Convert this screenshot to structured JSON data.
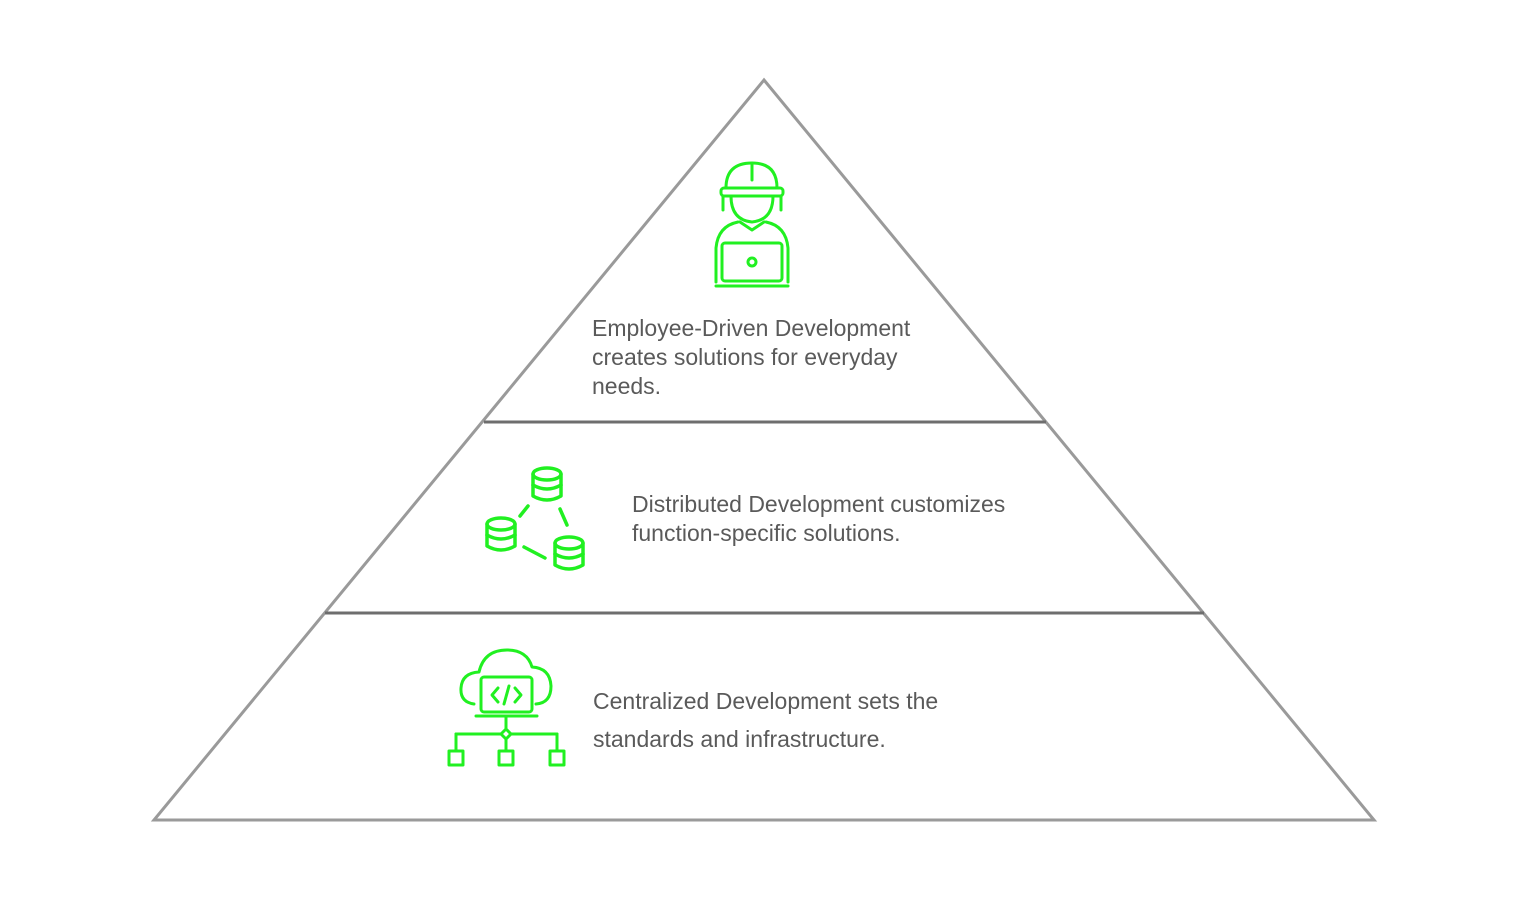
{
  "diagram": {
    "accent_color": "#21f021",
    "outline_color": "#9a9a9a",
    "divider_color": "#6e6e6e",
    "text_color": "#5a5a5a",
    "tiers": [
      {
        "level": "top",
        "icon": "engineer-with-laptop-icon",
        "text": "Employee-Driven Development\ncreates solutions for everyday\nneeds."
      },
      {
        "level": "middle",
        "icon": "distributed-databases-icon",
        "text": "Distributed Development customizes\nfunction-specific solutions."
      },
      {
        "level": "bottom",
        "icon": "cloud-code-network-icon",
        "text": "Centralized Development sets the\nstandards and infrastructure."
      }
    ]
  }
}
